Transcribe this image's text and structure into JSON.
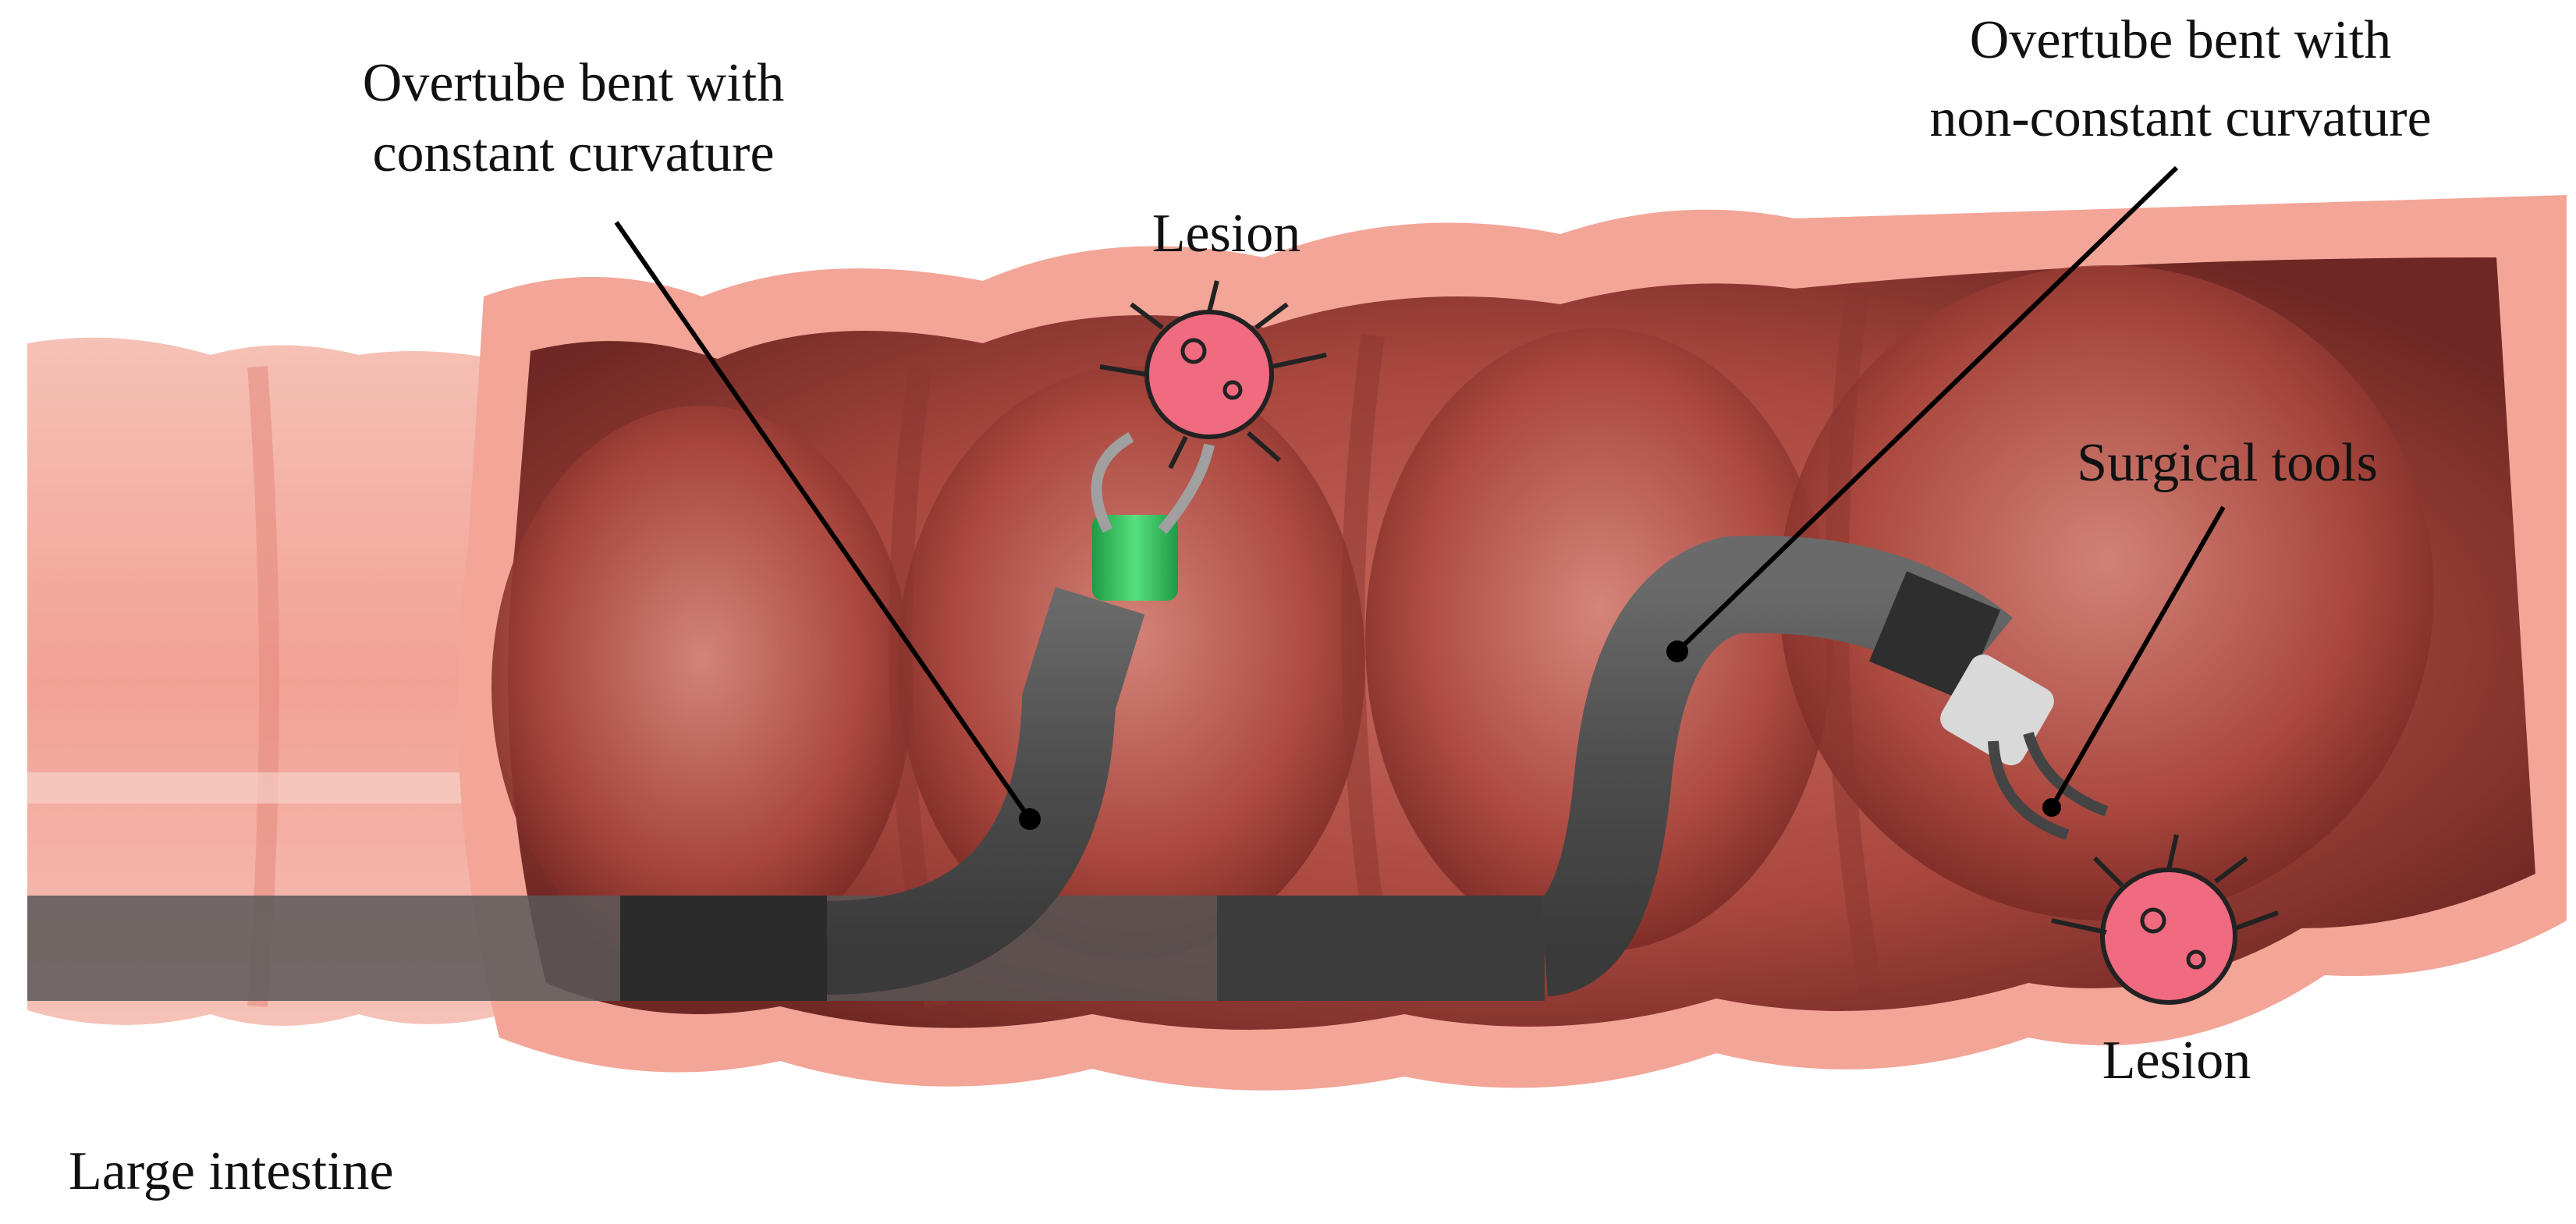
{
  "labels": {
    "overtube_constant_line1": "Overtube bent with",
    "overtube_constant_line2": "constant curvature",
    "overtube_nonconstant_line1": "Overtube bent with",
    "overtube_nonconstant_line2": "non-constant curvature",
    "lesion_top": "Lesion",
    "lesion_bottom": "Lesion",
    "surgical_tools": "Surgical tools",
    "large_intestine": "Large intestine"
  },
  "colors": {
    "intestine_outer": "#f0a093",
    "intestine_tissue": "#a8473e",
    "intestine_shadow": "#7a2a25",
    "overtube": "#555555",
    "overtube_dark": "#2b2b2b",
    "lesion": "#f06a80",
    "endcap": "#2fbf5a",
    "pointer_line": "#000000"
  }
}
